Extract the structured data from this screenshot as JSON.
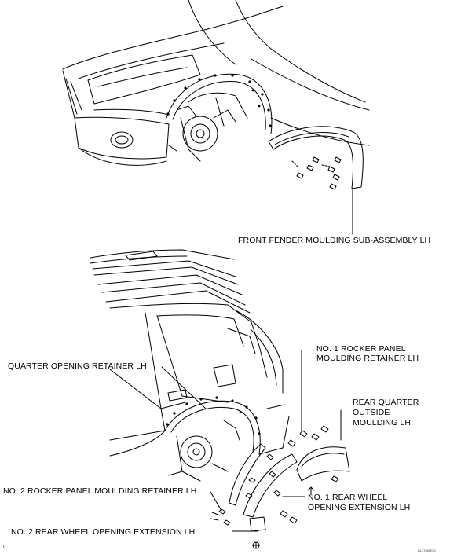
{
  "labels": {
    "front_fender": "FRONT FENDER MOULDING SUB-ASSEMBLY LH",
    "quarter_opening": "QUARTER OPENING RETAINER LH",
    "no1_rocker_line1": "NO. 1 ROCKER PANEL",
    "no1_rocker_line2": "MOULDING RETAINER LH",
    "rear_quarter_line1": "REAR QUARTER",
    "rear_quarter_line2": "OUTSIDE",
    "rear_quarter_line3": "MOULDING LH",
    "no2_rocker": "NO. 2 ROCKER PANEL MOULDING RETAINER LH",
    "no1_rear_line1": "NO. 1 REAR WHEEL",
    "no1_rear_line2": "OPENING EXTENSION LH",
    "no2_rear": "NO. 2 REAR WHEEL OPENING EXTENSION LH"
  },
  "figure_code": "B177865E01",
  "corner_mark": "T"
}
